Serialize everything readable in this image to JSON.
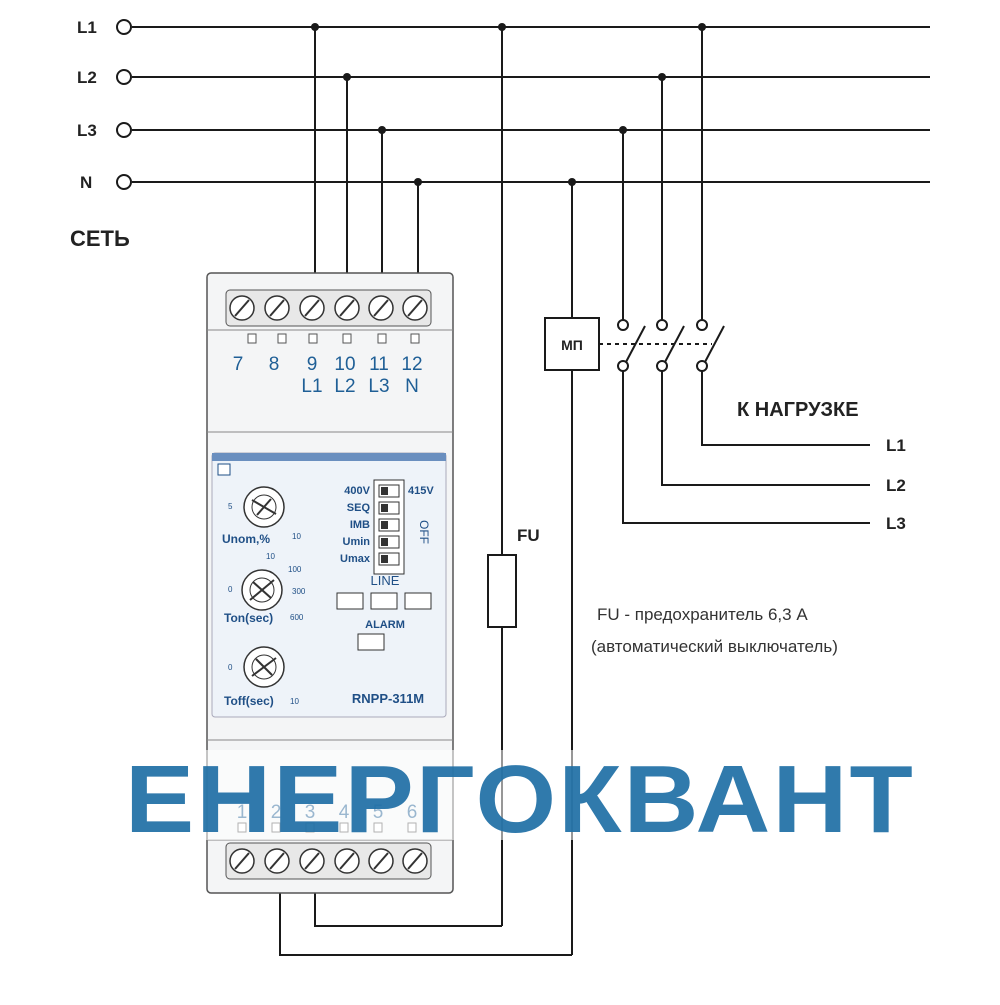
{
  "network": {
    "lines": [
      "L1",
      "L2",
      "L3",
      "N"
    ],
    "title": "СЕТЬ"
  },
  "load": {
    "title": "К НАГРУЗКЕ",
    "lines": [
      "L1",
      "L2",
      "L3"
    ]
  },
  "contactor_label": "МП",
  "fuse": {
    "label": "FU",
    "note_line1": "FU - предохранитель 6,3 А",
    "note_line2": "(автоматический выключатель)"
  },
  "relay": {
    "model": "RNPP-311M",
    "top_terminals": [
      "7",
      "8",
      "9",
      "10",
      "11",
      "12"
    ],
    "top_terminal_phases": [
      "L1",
      "L2",
      "L3",
      "N"
    ],
    "bottom_terminals": [
      "1",
      "2",
      "3",
      "4",
      "5",
      "6"
    ],
    "dip_labels": [
      "400V",
      "SEQ",
      "IMB",
      "Umin",
      "Umax"
    ],
    "dip_right_label": "415V",
    "dip_off_label": "OFF",
    "knobs": [
      {
        "label": "Unom,%",
        "scale": [
          "5",
          "10"
        ]
      },
      {
        "label": "Ton(sec)",
        "scale": [
          "10",
          "0",
          "100",
          "300",
          "600"
        ]
      },
      {
        "label": "Toff(sec)",
        "scale": [
          "0",
          "10"
        ]
      }
    ],
    "line_label": "LINE",
    "alarm_label": "ALARM"
  },
  "watermark": "ЕНЕРГОКВАНТ",
  "colors": {
    "wire": "#1a1a1a",
    "terminal_text": "#1f5f96",
    "watermark": "#1f6fa6",
    "relay_body": "#f2f3f4",
    "panel": "#eef3f9"
  }
}
